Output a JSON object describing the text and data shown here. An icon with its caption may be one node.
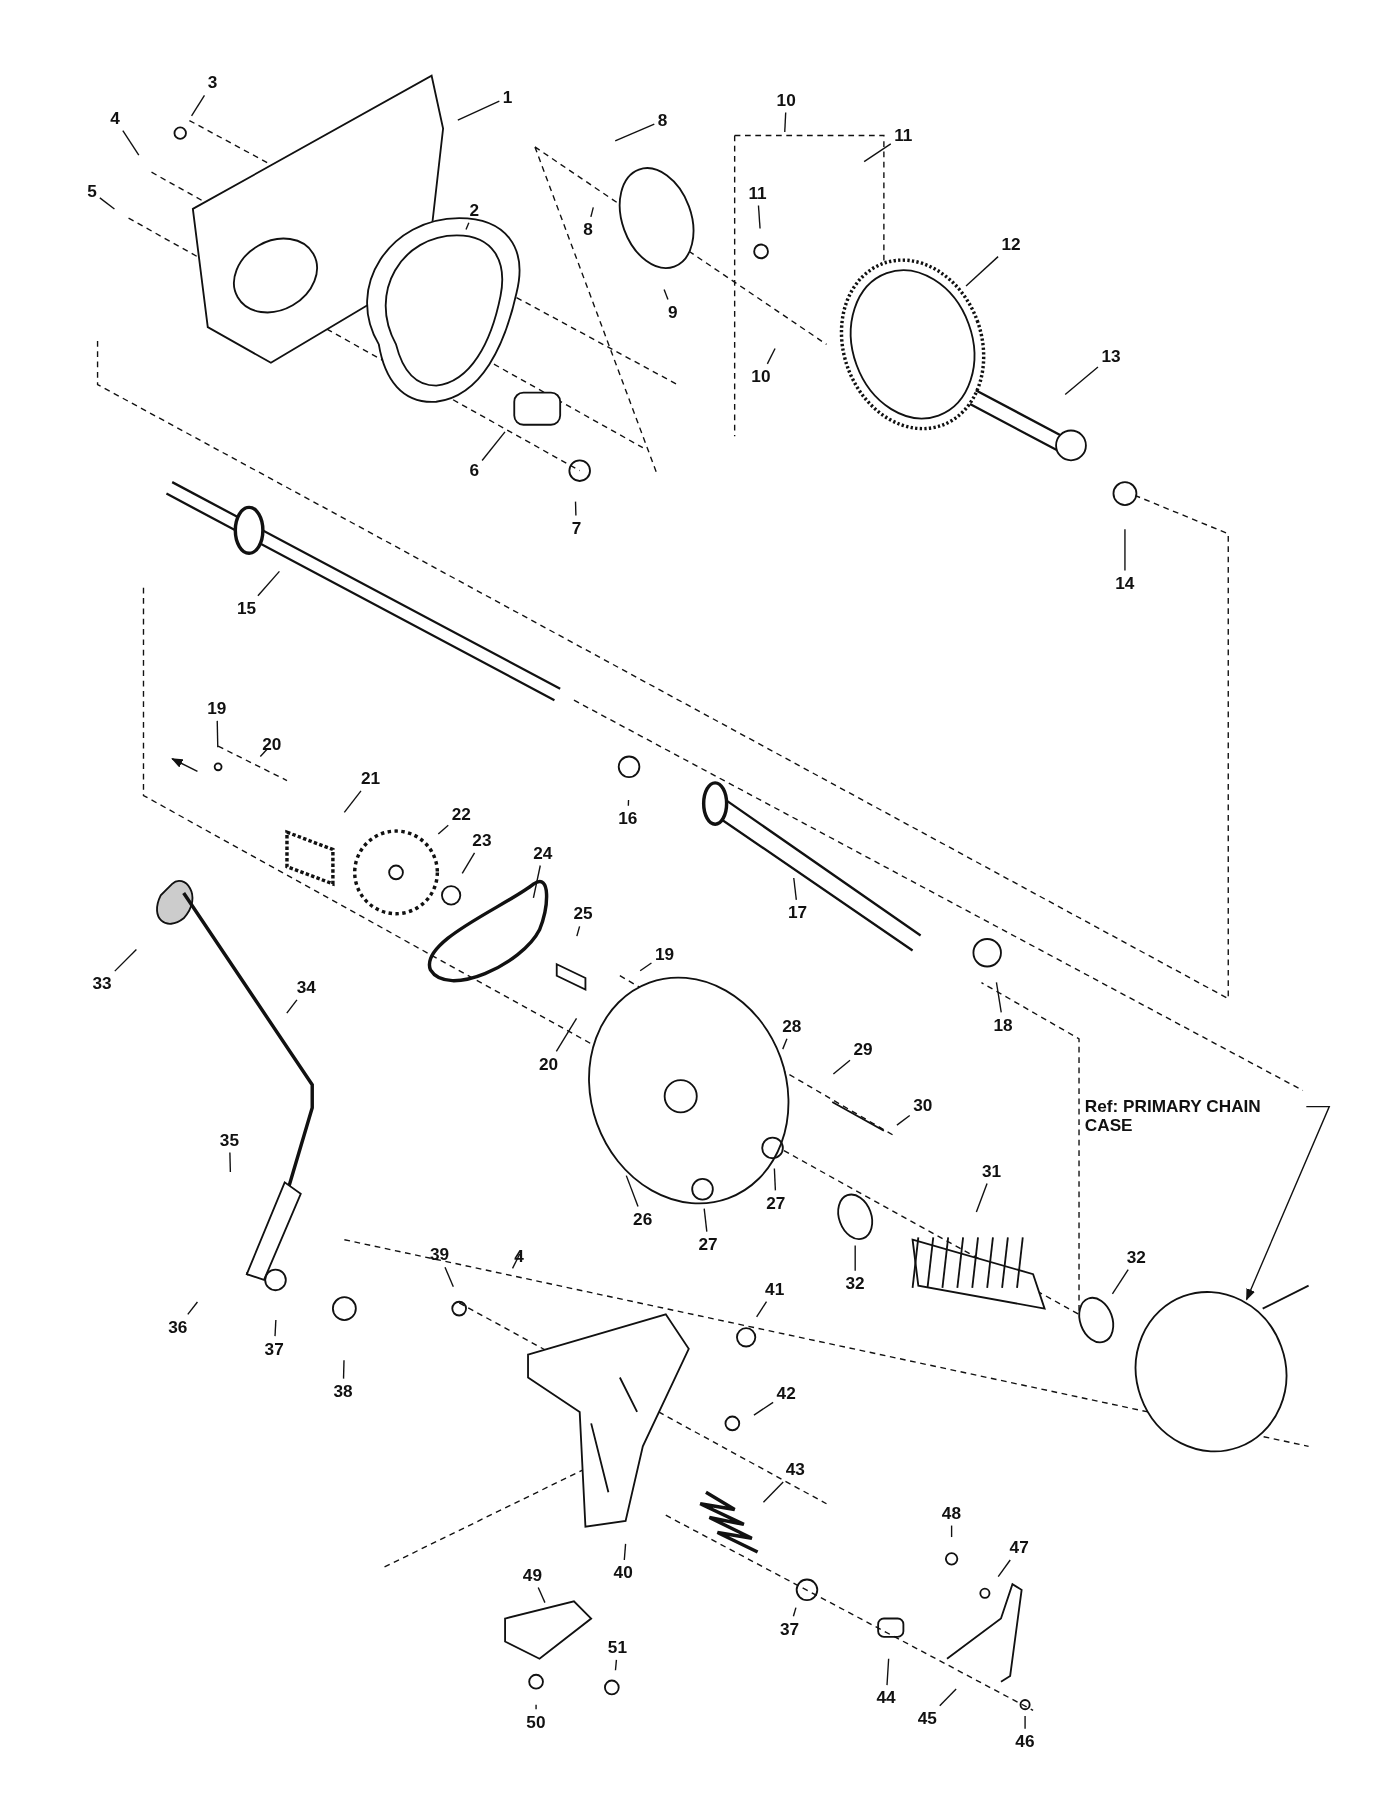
{
  "diagram": {
    "nodes": [
      {
        "text": [
          "1"
        ]
      },
      {
        "text": [
          "2"
        ]
      },
      {
        "text": [
          "3"
        ]
      },
      {
        "text": [
          "4"
        ]
      },
      {
        "text": [
          "5"
        ]
      },
      {
        "text": [
          "8"
        ]
      },
      {
        "text": [
          "8"
        ]
      },
      {
        "text": [
          "10"
        ]
      },
      {
        "text": [
          "11"
        ]
      },
      {
        "text": [
          "11"
        ]
      },
      {
        "text": [
          "9"
        ]
      },
      {
        "text": [
          "10"
        ]
      },
      {
        "text": [
          "12"
        ]
      },
      {
        "text": [
          "6"
        ]
      },
      {
        "text": [
          "7"
        ]
      },
      {
        "text": [
          "13"
        ]
      },
      {
        "text": [
          "14"
        ]
      },
      {
        "text": [
          "15"
        ]
      },
      {
        "text": [
          "19"
        ]
      },
      {
        "text": [
          "20"
        ]
      },
      {
        "text": [
          "21"
        ]
      },
      {
        "text": [
          "16"
        ]
      },
      {
        "text": [
          "22"
        ]
      },
      {
        "text": [
          "23"
        ]
      },
      {
        "text": [
          "24"
        ]
      },
      {
        "text": [
          "17"
        ]
      },
      {
        "text": [
          "25"
        ]
      },
      {
        "text": [
          "19"
        ]
      },
      {
        "text": [
          "33"
        ]
      },
      {
        "text": [
          "34"
        ]
      },
      {
        "text": [
          "20"
        ]
      },
      {
        "text": [
          "28"
        ]
      },
      {
        "text": [
          "29"
        ]
      },
      {
        "text": [
          "18"
        ]
      },
      {
        "text": [
          "30"
        ]
      },
      {
        "text": [
          "26"
        ]
      },
      {
        "text": [
          "27"
        ]
      },
      {
        "text": [
          "27"
        ]
      },
      {
        "text": [
          "35"
        ]
      },
      {
        "text": [
          "31"
        ]
      },
      {
        "text": [
          "32"
        ]
      },
      {
        "text": [
          "36"
        ]
      },
      {
        "text": [
          "37"
        ]
      },
      {
        "text": [
          "38"
        ]
      },
      {
        "text": [
          "39"
        ]
      },
      {
        "text": [
          "4"
        ]
      },
      {
        "text": [
          "41"
        ]
      },
      {
        "text": [
          "42"
        ]
      },
      {
        "text": [
          "32"
        ]
      },
      {
        "text": [
          "Ref: PRIMARY CHAIN CASE"
        ]
      },
      {
        "text": [
          "43"
        ]
      },
      {
        "text": [
          "40"
        ]
      },
      {
        "text": [
          "48"
        ]
      },
      {
        "text": [
          "47"
        ]
      },
      {
        "text": [
          "49"
        ]
      },
      {
        "text": [
          "37"
        ]
      },
      {
        "text": [
          "44"
        ]
      },
      {
        "text": [
          "45"
        ]
      },
      {
        "text": [
          "51"
        ]
      },
      {
        "text": [
          "50"
        ]
      },
      {
        "text": [
          "46"
        ]
      }
    ],
    "edges": [
      {
        "from": 0,
        "to": null,
        "arrow": "none"
      },
      {
        "from": 1,
        "to": null,
        "arrow": "none"
      },
      {
        "from": 2,
        "to": null,
        "arrow": "none"
      },
      {
        "from": 3,
        "to": null,
        "arrow": "none"
      },
      {
        "from": 4,
        "to": null,
        "arrow": "none"
      },
      {
        "from": 5,
        "to": null,
        "arrow": "none"
      },
      {
        "from": 6,
        "to": null,
        "arrow": "none"
      },
      {
        "from": 7,
        "to": null,
        "arrow": "none"
      },
      {
        "from": 8,
        "to": null,
        "arrow": "none"
      },
      {
        "from": 9,
        "to": null,
        "arrow": "none"
      },
      {
        "from": 10,
        "to": null,
        "arrow": "none"
      },
      {
        "from": 11,
        "to": null,
        "arrow": "none"
      },
      {
        "from": 12,
        "to": null,
        "arrow": "none"
      },
      {
        "from": 13,
        "to": null,
        "arrow": "none"
      },
      {
        "from": 14,
        "to": null,
        "arrow": "none"
      },
      {
        "from": 15,
        "to": null,
        "arrow": "none"
      },
      {
        "from": 16,
        "to": null,
        "arrow": "none"
      },
      {
        "from": 17,
        "to": null,
        "arrow": "none"
      },
      {
        "from": 18,
        "to": null,
        "arrow": "none"
      },
      {
        "from": 19,
        "to": null,
        "arrow": "none"
      },
      {
        "from": 20,
        "to": null,
        "arrow": "none"
      },
      {
        "from": 21,
        "to": null,
        "arrow": "none"
      },
      {
        "from": 22,
        "to": null,
        "arrow": "none"
      },
      {
        "from": 23,
        "to": null,
        "arrow": "none"
      },
      {
        "from": 24,
        "to": null,
        "arrow": "none"
      },
      {
        "from": 25,
        "to": null,
        "arrow": "none"
      },
      {
        "from": 26,
        "to": null,
        "arrow": "none"
      },
      {
        "from": 27,
        "to": null,
        "arrow": "none"
      },
      {
        "from": 28,
        "to": null,
        "arrow": "none"
      },
      {
        "from": 29,
        "to": null,
        "arrow": "none"
      },
      {
        "from": 30,
        "to": null,
        "arrow": "none"
      },
      {
        "from": 31,
        "to": null,
        "arrow": "none"
      },
      {
        "from": 32,
        "to": null,
        "arrow": "none"
      },
      {
        "from": 33,
        "to": null,
        "arrow": "none"
      },
      {
        "from": 34,
        "to": null,
        "arrow": "none"
      },
      {
        "from": 35,
        "to": null,
        "arrow": "none"
      },
      {
        "from": 36,
        "to": null,
        "arrow": "none"
      },
      {
        "from": 37,
        "to": null,
        "arrow": "none"
      },
      {
        "from": 38,
        "to": null,
        "arrow": "none"
      },
      {
        "from": 39,
        "to": null,
        "arrow": "none"
      },
      {
        "from": 40,
        "to": null,
        "arrow": "none"
      },
      {
        "from": 41,
        "to": null,
        "arrow": "none"
      },
      {
        "from": 42,
        "to": null,
        "arrow": "none"
      },
      {
        "from": 43,
        "to": null,
        "arrow": "none"
      },
      {
        "from": 44,
        "to": null,
        "arrow": "none"
      },
      {
        "from": 45,
        "to": null,
        "arrow": "none"
      },
      {
        "from": 46,
        "to": null,
        "arrow": "none"
      },
      {
        "from": 47,
        "to": null,
        "arrow": "none"
      },
      {
        "from": 48,
        "to": null,
        "arrow": "none"
      },
      {
        "from": 49,
        "to": null,
        "arrow": "to"
      },
      {
        "from": 50,
        "to": null,
        "arrow": "none"
      },
      {
        "from": 51,
        "to": null,
        "arrow": "none"
      },
      {
        "from": 52,
        "to": null,
        "arrow": "none"
      },
      {
        "from": 53,
        "to": null,
        "arrow": "none"
      },
      {
        "from": 54,
        "to": null,
        "arrow": "none"
      },
      {
        "from": 55,
        "to": null,
        "arrow": "none"
      },
      {
        "from": 56,
        "to": null,
        "arrow": "none"
      },
      {
        "from": 57,
        "to": null,
        "arrow": "none"
      },
      {
        "from": 58,
        "to": null,
        "arrow": "none"
      },
      {
        "from": 59,
        "to": null,
        "arrow": "none"
      },
      {
        "from": 60,
        "to": null,
        "arrow": "none"
      }
    ]
  }
}
